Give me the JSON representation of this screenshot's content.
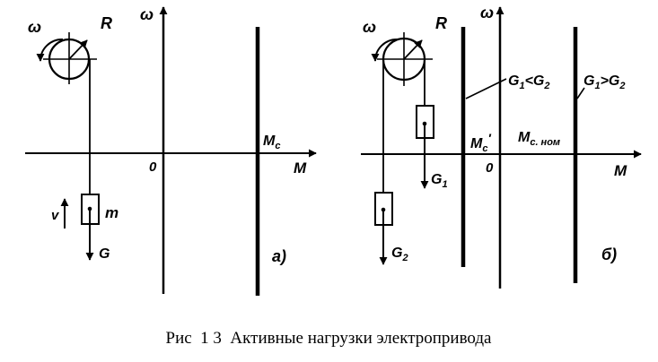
{
  "colors": {
    "ink": "#000000",
    "background": "#ffffff"
  },
  "left_panel": {
    "tag": "а)",
    "axis_omega": "ω",
    "axis_M": "M",
    "origin": "0",
    "pulley_omega": "ω",
    "pulley_R": "R",
    "velocity": "v",
    "mass": "m",
    "weight": "G",
    "torque_label": {
      "main": "M",
      "sub": "c"
    }
  },
  "right_panel": {
    "tag": "б)",
    "axis_omega": "ω",
    "axis_M": "M",
    "origin": "0",
    "pulley_omega": "ω",
    "pulley_R": "R",
    "weight_1": {
      "main": "G",
      "sub": "1"
    },
    "weight_2": {
      "main": "G",
      "sub": "2"
    },
    "torque_prime": {
      "main": "M",
      "sub": "c",
      "prime": "′"
    },
    "torque_nom": {
      "main": "M",
      "sub": "с. ном"
    },
    "cond_less": {
      "a": "G",
      "a_sub": "1",
      "op": "<",
      "b": "G",
      "b_sub": "2"
    },
    "cond_greater": {
      "a": "G",
      "a_sub": "1",
      "op": ">",
      "b": "G",
      "b_sub": "2"
    }
  },
  "caption": "Рис  1 3  Активные нагрузки электропривода"
}
